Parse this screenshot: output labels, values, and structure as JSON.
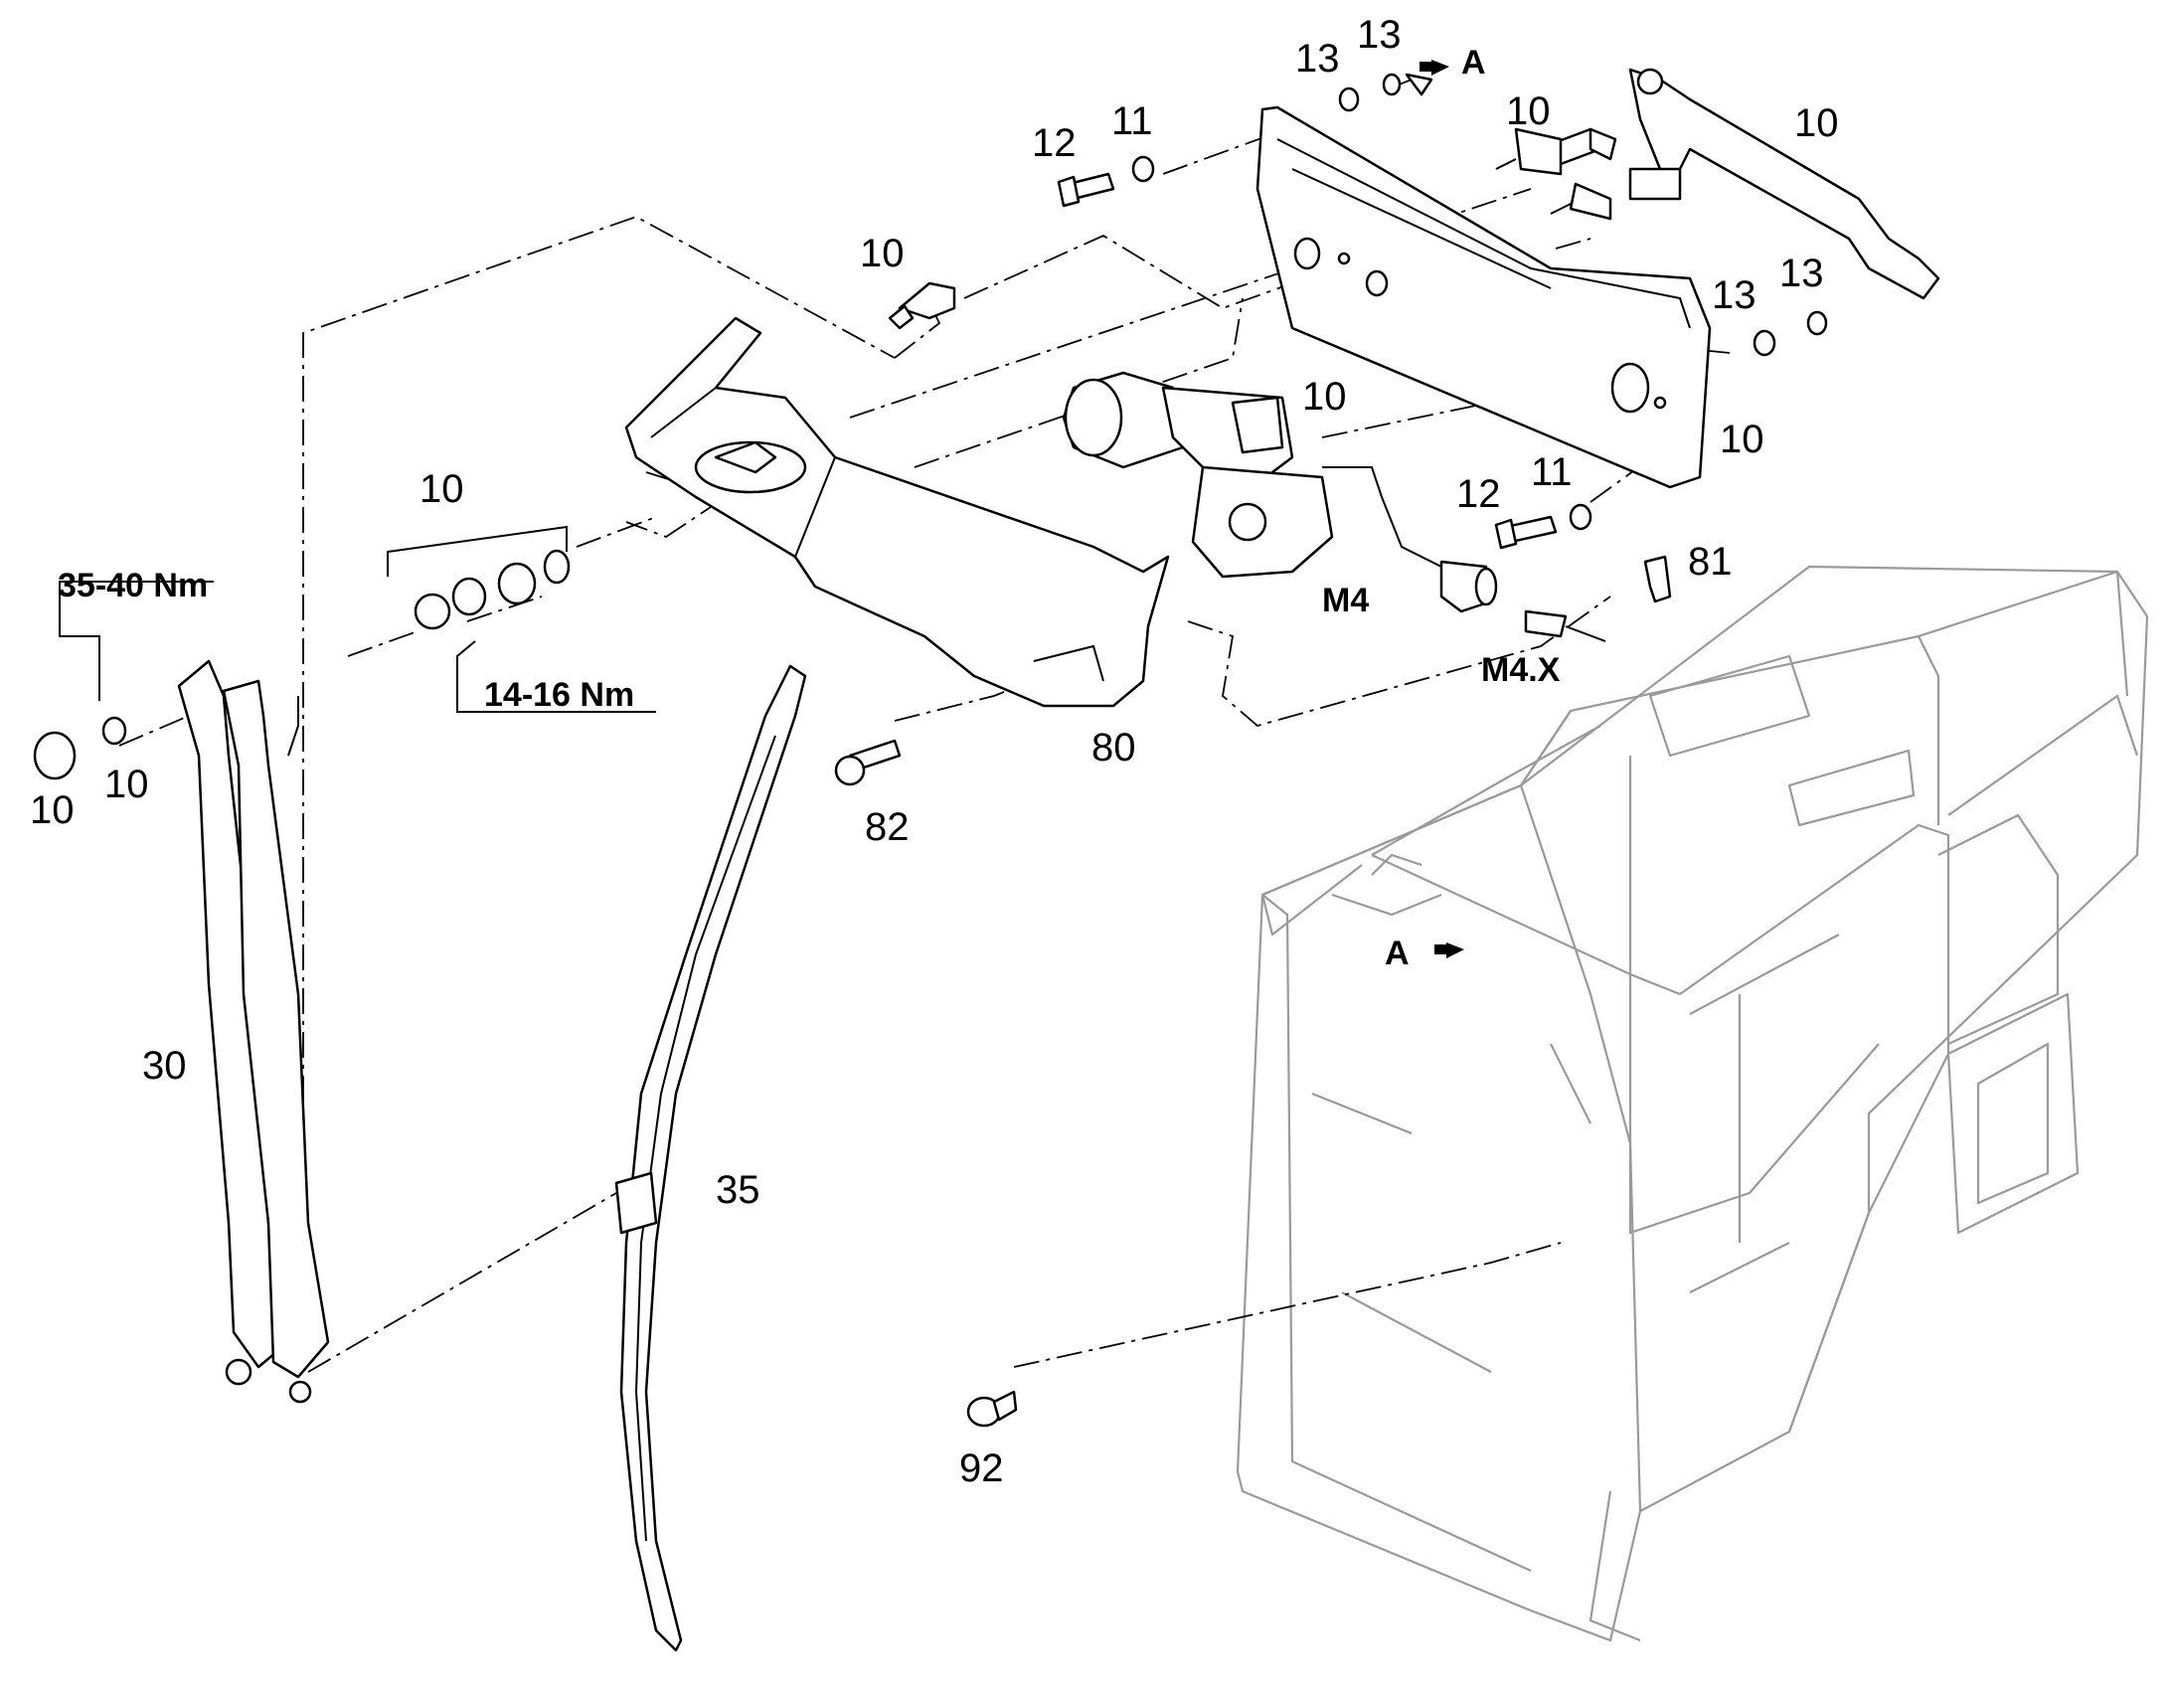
{
  "callouts": {
    "n13a": "13",
    "n13b": "13",
    "arrowA_top": "A",
    "n12a": "12",
    "n11a": "11",
    "n10_pin": "10",
    "n10_link": "10",
    "n10_nozzle": "10",
    "n13c": "13",
    "n13d": "13",
    "n10_motor": "10",
    "n10_plate": "10",
    "n12b": "12",
    "n11b": "11",
    "n81": "81",
    "m4": "M4",
    "m4x": "M4.X",
    "n10_stack": "10",
    "n80": "80",
    "n82": "82",
    "n10_cap": "10",
    "n10_nut": "10",
    "n30": "30",
    "n35": "35",
    "arrowA_cab": "A",
    "n92": "92"
  },
  "torques": {
    "upper": "35-40 Nm",
    "lower": "14-16 Nm"
  },
  "colors": {
    "line": "#000000",
    "cab_line": "#9a9a9a",
    "background": "#ffffff"
  }
}
